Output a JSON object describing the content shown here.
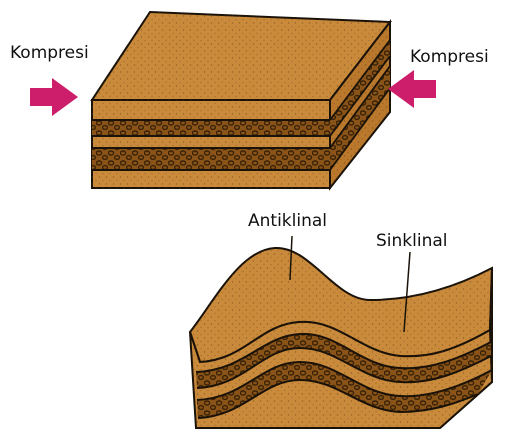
{
  "labels": {
    "compression_left": "Kompresi",
    "compression_right": "Kompresi",
    "anticline": "Antiklinal",
    "syncline": "Sinklinal"
  },
  "colors": {
    "rock_top": "#c98a3b",
    "rock_side": "#b9782c",
    "rock_front": "#c98a3b",
    "rock_pebble_band": "#8a5418",
    "outline": "#1a1208",
    "arrow": "#cc1e6a",
    "background": "#ffffff"
  },
  "icons": {
    "arrow_left": "arrow-right-icon",
    "arrow_right": "arrow-left-icon"
  }
}
